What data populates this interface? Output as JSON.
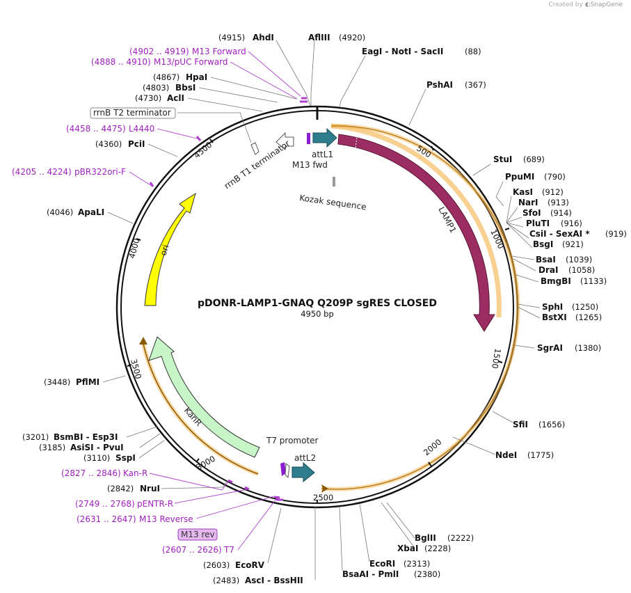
{
  "credit": {
    "prefix": "Created by",
    "brand": "SnapGene"
  },
  "plasmid": {
    "name": "pDONR-LAMP1-GNAQ Q209P sgRES CLOSED",
    "length_label": "4950 bp",
    "length": 4950
  },
  "ticks": [
    "500",
    "1000",
    "1500",
    "2000",
    "2500",
    "3000",
    "3500",
    "4000",
    "4500"
  ],
  "features": [
    {
      "name": "LAMP1",
      "start": 100,
      "end": 1350,
      "color": "#9b2d62",
      "label": "LAMP1"
    },
    {
      "name": "attL1",
      "start": 0,
      "end": 100,
      "color": "#2e7d8c",
      "label": "attL1"
    },
    {
      "name": "attL2",
      "start": 2540,
      "end": 2640,
      "color": "#2e7d8c",
      "label": "attL2"
    },
    {
      "name": "KanR",
      "start": 3560,
      "end": 2860,
      "color": "#c8f5c8",
      "label": "KanR"
    },
    {
      "name": "ori",
      "start": 4300,
      "end": 3730,
      "color": "#ffff00",
      "label": "ori"
    }
  ],
  "feature_labels": {
    "rrnb_t2": "rrnB T2 terminator",
    "rrnb_t1": "rrnB T1 terminator",
    "m13fwd": "M13 fwd",
    "kozak": "Kozak sequence",
    "t7promoter": "T7 promoter",
    "m13rev": "M13 rev"
  },
  "enzymes": [
    {
      "id": "ahdi",
      "name": "AhdI",
      "pos": "(4915)"
    },
    {
      "id": "aflii",
      "name": "AflIII",
      "pos": "(4920)"
    },
    {
      "id": "eagi",
      "name": "EagI  -  NotI  -  SacII",
      "pos": "(88)"
    },
    {
      "id": "pshai",
      "name": "PshAI",
      "pos": "(367)"
    },
    {
      "id": "stui",
      "name": "StuI",
      "pos": "(689)"
    },
    {
      "id": "ppumi",
      "name": "PpuMI",
      "pos": "(790)"
    },
    {
      "id": "kasi",
      "name": "KasI",
      "pos": "(912)"
    },
    {
      "id": "nari",
      "name": "NarI",
      "pos": "(913)"
    },
    {
      "id": "sfoi",
      "name": "SfoI",
      "pos": "(914)"
    },
    {
      "id": "pluti",
      "name": "PluTI",
      "pos": "(916)"
    },
    {
      "id": "csii",
      "name": "CsiI  -  SexAI *",
      "pos": "(919)"
    },
    {
      "id": "bsgi",
      "name": "BsgI",
      "pos": "(921)"
    },
    {
      "id": "bsai",
      "name": "BsaI",
      "pos": "(1039)"
    },
    {
      "id": "drai",
      "name": "DraI",
      "pos": "(1058)"
    },
    {
      "id": "bmgbi",
      "name": "BmgBI",
      "pos": "(1133)"
    },
    {
      "id": "sphi",
      "name": "SphI",
      "pos": "(1250)"
    },
    {
      "id": "bstxi",
      "name": "BstXI",
      "pos": "(1265)"
    },
    {
      "id": "sgrai",
      "name": "SgrAI",
      "pos": "(1380)"
    },
    {
      "id": "sfii",
      "name": "SfiI",
      "pos": "(1656)"
    },
    {
      "id": "ndei",
      "name": "NdeI",
      "pos": "(1775)"
    },
    {
      "id": "bglii",
      "name": "BglII",
      "pos": "(2222)"
    },
    {
      "id": "xbai",
      "name": "XbaI",
      "pos": "(2228)"
    },
    {
      "id": "ecori",
      "name": "EcoRI",
      "pos": "(2313)"
    },
    {
      "id": "bsaai",
      "name": "BsaAI  -  PmlI",
      "pos": "(2380)"
    },
    {
      "id": "asci",
      "name": "AscI  -  BssHII",
      "pos": "(2483)"
    },
    {
      "id": "ecorv",
      "name": "EcoRV",
      "pos": "(2603)"
    },
    {
      "id": "nrui",
      "name": "NruI",
      "pos": "(2842)"
    },
    {
      "id": "sspi",
      "name": "SspI",
      "pos": "(3110)"
    },
    {
      "id": "asisi",
      "name": "AsiSI  -  PvuI",
      "pos": "(3185)"
    },
    {
      "id": "bsmbi",
      "name": "BsmBI  -  Esp3I",
      "pos": "(3201)"
    },
    {
      "id": "pflmi",
      "name": "PflMI",
      "pos": "(3448)"
    },
    {
      "id": "apali",
      "name": "ApaLI",
      "pos": "(4046)"
    },
    {
      "id": "pcii",
      "name": "PciI",
      "pos": "(4360)"
    },
    {
      "id": "acli",
      "name": "AclI",
      "pos": "(4730)"
    },
    {
      "id": "bbsi",
      "name": "BbsI",
      "pos": "(4803)"
    },
    {
      "id": "hpai",
      "name": "HpaI",
      "pos": "(4867)"
    }
  ],
  "primers": [
    {
      "id": "m13f",
      "range": "(4902 .. 4919)",
      "name": "M13 Forward"
    },
    {
      "id": "m13puc",
      "range": "(4888 .. 4910)",
      "name": "M13/pUC Forward"
    },
    {
      "id": "l4440",
      "range": "(4458 .. 4475)",
      "name": "L4440"
    },
    {
      "id": "pbr",
      "range": "(4205 .. 4224)",
      "name": "pBR322ori-F"
    },
    {
      "id": "kanr",
      "range": "(2827 .. 2846)",
      "name": "Kan-R"
    },
    {
      "id": "pentr",
      "range": "(2749 .. 2768)",
      "name": "pENTR-R"
    },
    {
      "id": "m13r",
      "range": "(2631 .. 2647)",
      "name": "M13 Reverse"
    },
    {
      "id": "t7",
      "range": "(2607 .. 2626)",
      "name": "T7"
    }
  ]
}
